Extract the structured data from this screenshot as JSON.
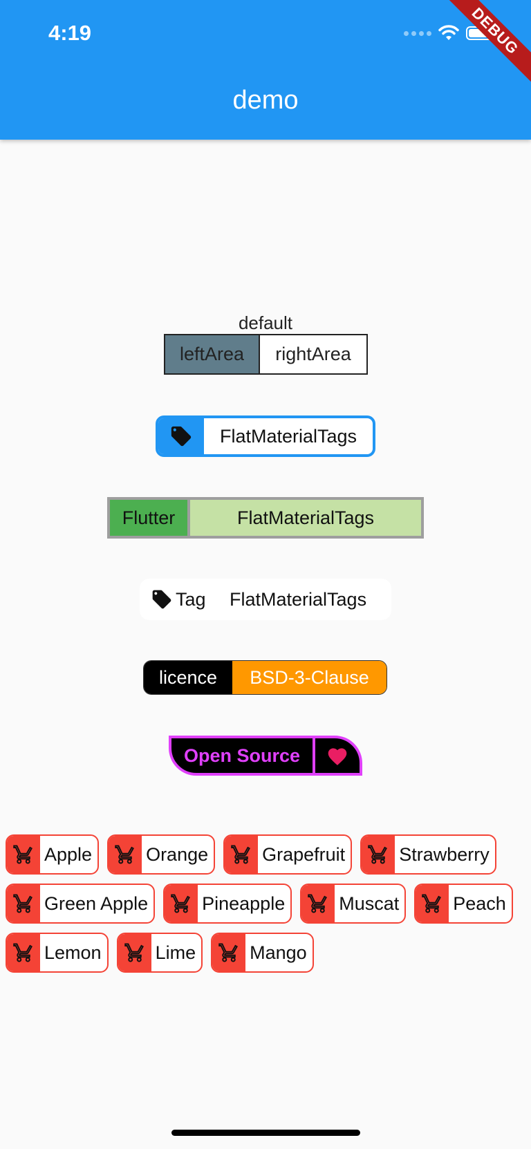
{
  "status_bar": {
    "time": "4:19"
  },
  "app_bar": {
    "title": "demo",
    "debug_banner": "DEBUG"
  },
  "colors": {
    "app_bar": "#2196f3",
    "accent_purple": "#e040fb",
    "cart_red": "#f44336",
    "licence_orange": "#ff9800",
    "green": "#4caf50",
    "light_green": "#c5e1a5",
    "grey_blue": "#607d8b"
  },
  "default_tag": {
    "caption": "default",
    "left": "leftArea",
    "right": "rightArea"
  },
  "blue_tag": {
    "icon": "tag-icon",
    "right": "FlatMaterialTags"
  },
  "green_tag": {
    "left": "Flutter",
    "right": "FlatMaterialTags"
  },
  "white_tag": {
    "icon": "tag-icon",
    "left": "Tag",
    "right": "FlatMaterialTags"
  },
  "licence_tag": {
    "left": "licence",
    "right": "BSD-3-Clause"
  },
  "opensource_tag": {
    "left": "Open Source",
    "icon": "heart-icon"
  },
  "fruits": {
    "row1": [
      "Apple",
      "Orange",
      "Grapefruit",
      "Strawberry"
    ],
    "row2": [
      "Green Apple",
      "Pineapple",
      "Muscat",
      "Peach"
    ],
    "row3": [
      "Lemon",
      "Lime",
      "Mango"
    ],
    "icon": "shopping-cart-icon"
  }
}
